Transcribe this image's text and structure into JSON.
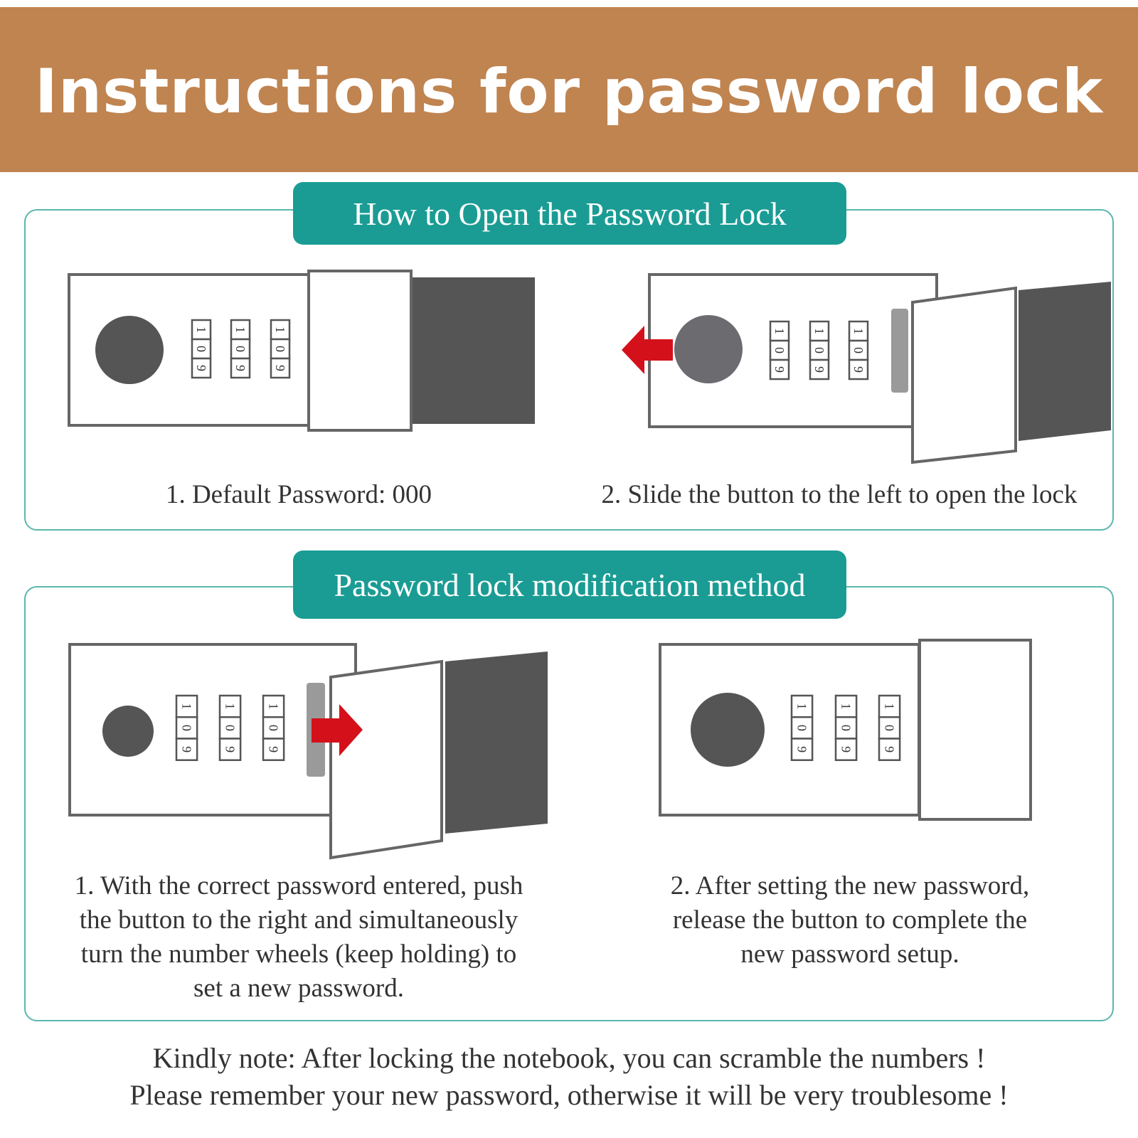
{
  "banner": {
    "title": "Instructions for password lock"
  },
  "section_open": {
    "header": "How to Open the Password Lock",
    "steps": [
      {
        "caption": "1. Default Password: 000"
      },
      {
        "caption": "2. Slide the button to the left to open the lock"
      }
    ]
  },
  "section_modify": {
    "header": "Password lock modification method",
    "steps": [
      {
        "caption_lines": [
          "1. With the correct password entered, push",
          "the button to the right and simultaneously",
          "turn the number wheels (keep holding) to",
          "set a new password."
        ]
      },
      {
        "caption_lines": [
          "2. After setting the new password,",
          "release the button to complete the",
          "new password setup."
        ]
      }
    ]
  },
  "dial_digits": [
    "1",
    "0",
    "9"
  ],
  "note": {
    "lines": [
      "Kindly note: After locking the notebook, you can scramble the numbers !",
      "Please remember your new password, otherwise it will be very troublesome !"
    ]
  },
  "colors": {
    "banner": "#c08450",
    "teal": "#1a9c94",
    "panel_border": "#5bb6ae",
    "arrow": "#d4111b",
    "lock_dark": "#555555"
  }
}
